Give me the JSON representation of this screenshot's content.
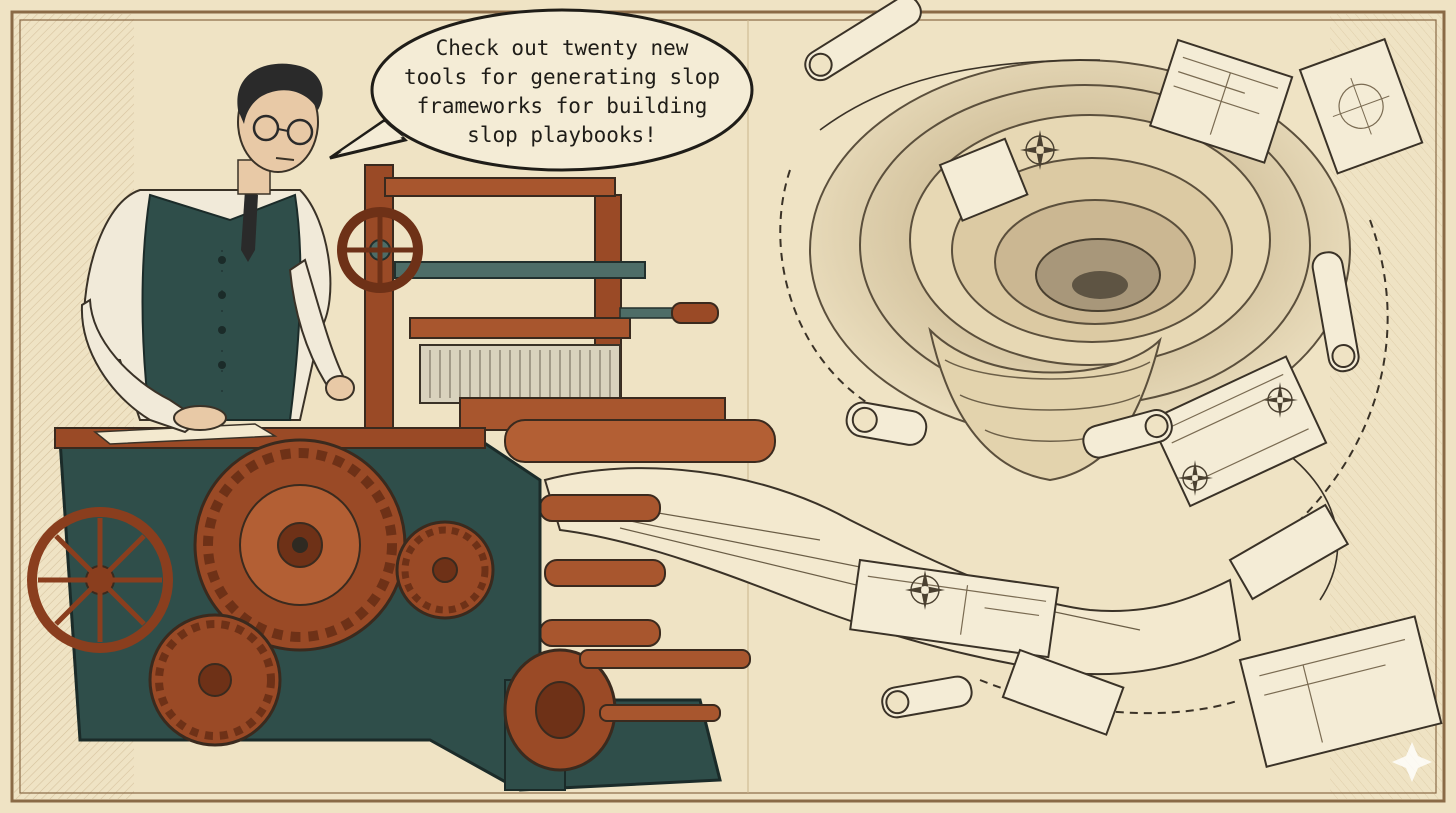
{
  "speech_bubble": {
    "lines": [
      "Check out twenty new",
      "tools for generating slop",
      "frameworks for building",
      "slop playbooks!"
    ]
  },
  "colors": {
    "paper": "#efe3c4",
    "border": "#8a6a46",
    "ink": "#3a3227",
    "rust": "#9a4a26",
    "rust_dark": "#6e3117",
    "teal": "#2f4e4a",
    "teal_light": "#4e6d67",
    "skin": "#e8c9a6",
    "shirt": "#f1ead9"
  },
  "icons": [
    "compass-rose-icon",
    "gear-icon",
    "scroll-icon"
  ]
}
